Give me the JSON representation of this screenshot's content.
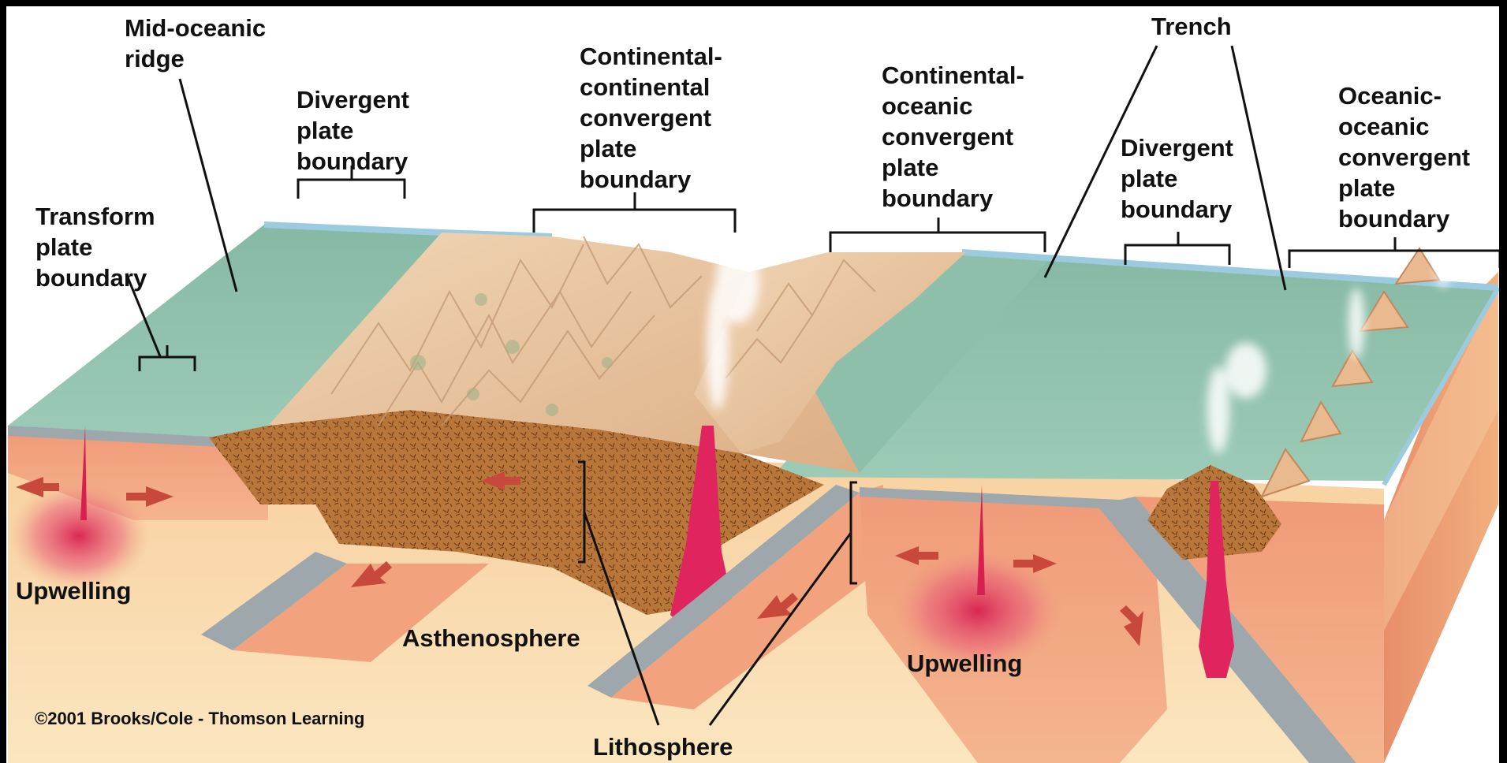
{
  "labels": {
    "mid_oceanic_ridge": "Mid-oceanic\nridge",
    "divergent_left": "Divergent\nplate\nboundary",
    "continental_continental": "Continental-\ncontinental\nconvergent\nplate\nboundary",
    "continental_oceanic": "Continental-\noceanic\nconvergent\nplate\nboundary",
    "trench": "Trench",
    "divergent_right": "Divergent\nplate\nboundary",
    "oceanic_oceanic": "Oceanic-\noceanic\nconvergent\nplate\nboundary",
    "transform": "Transform\nplate\nboundary",
    "upwelling_left": "Upwelling",
    "asthenosphere": "Asthenosphere",
    "upwelling_right": "Upwelling",
    "lithosphere": "Lithosphere",
    "copyright": "©2001 Brooks/Cole - Thomson Learning"
  },
  "colors": {
    "ocean": "#8fc1ad",
    "ocean_edge": "#9ccbe0",
    "lithosphere": "#f2a27c",
    "asthenosphere": "#f9dcae",
    "crust_gray": "#9ea7ab",
    "continent": "#e9c7a2",
    "continental_crust": "#b8743a",
    "magma": "#e0245e",
    "arrow": "#c9483c"
  }
}
